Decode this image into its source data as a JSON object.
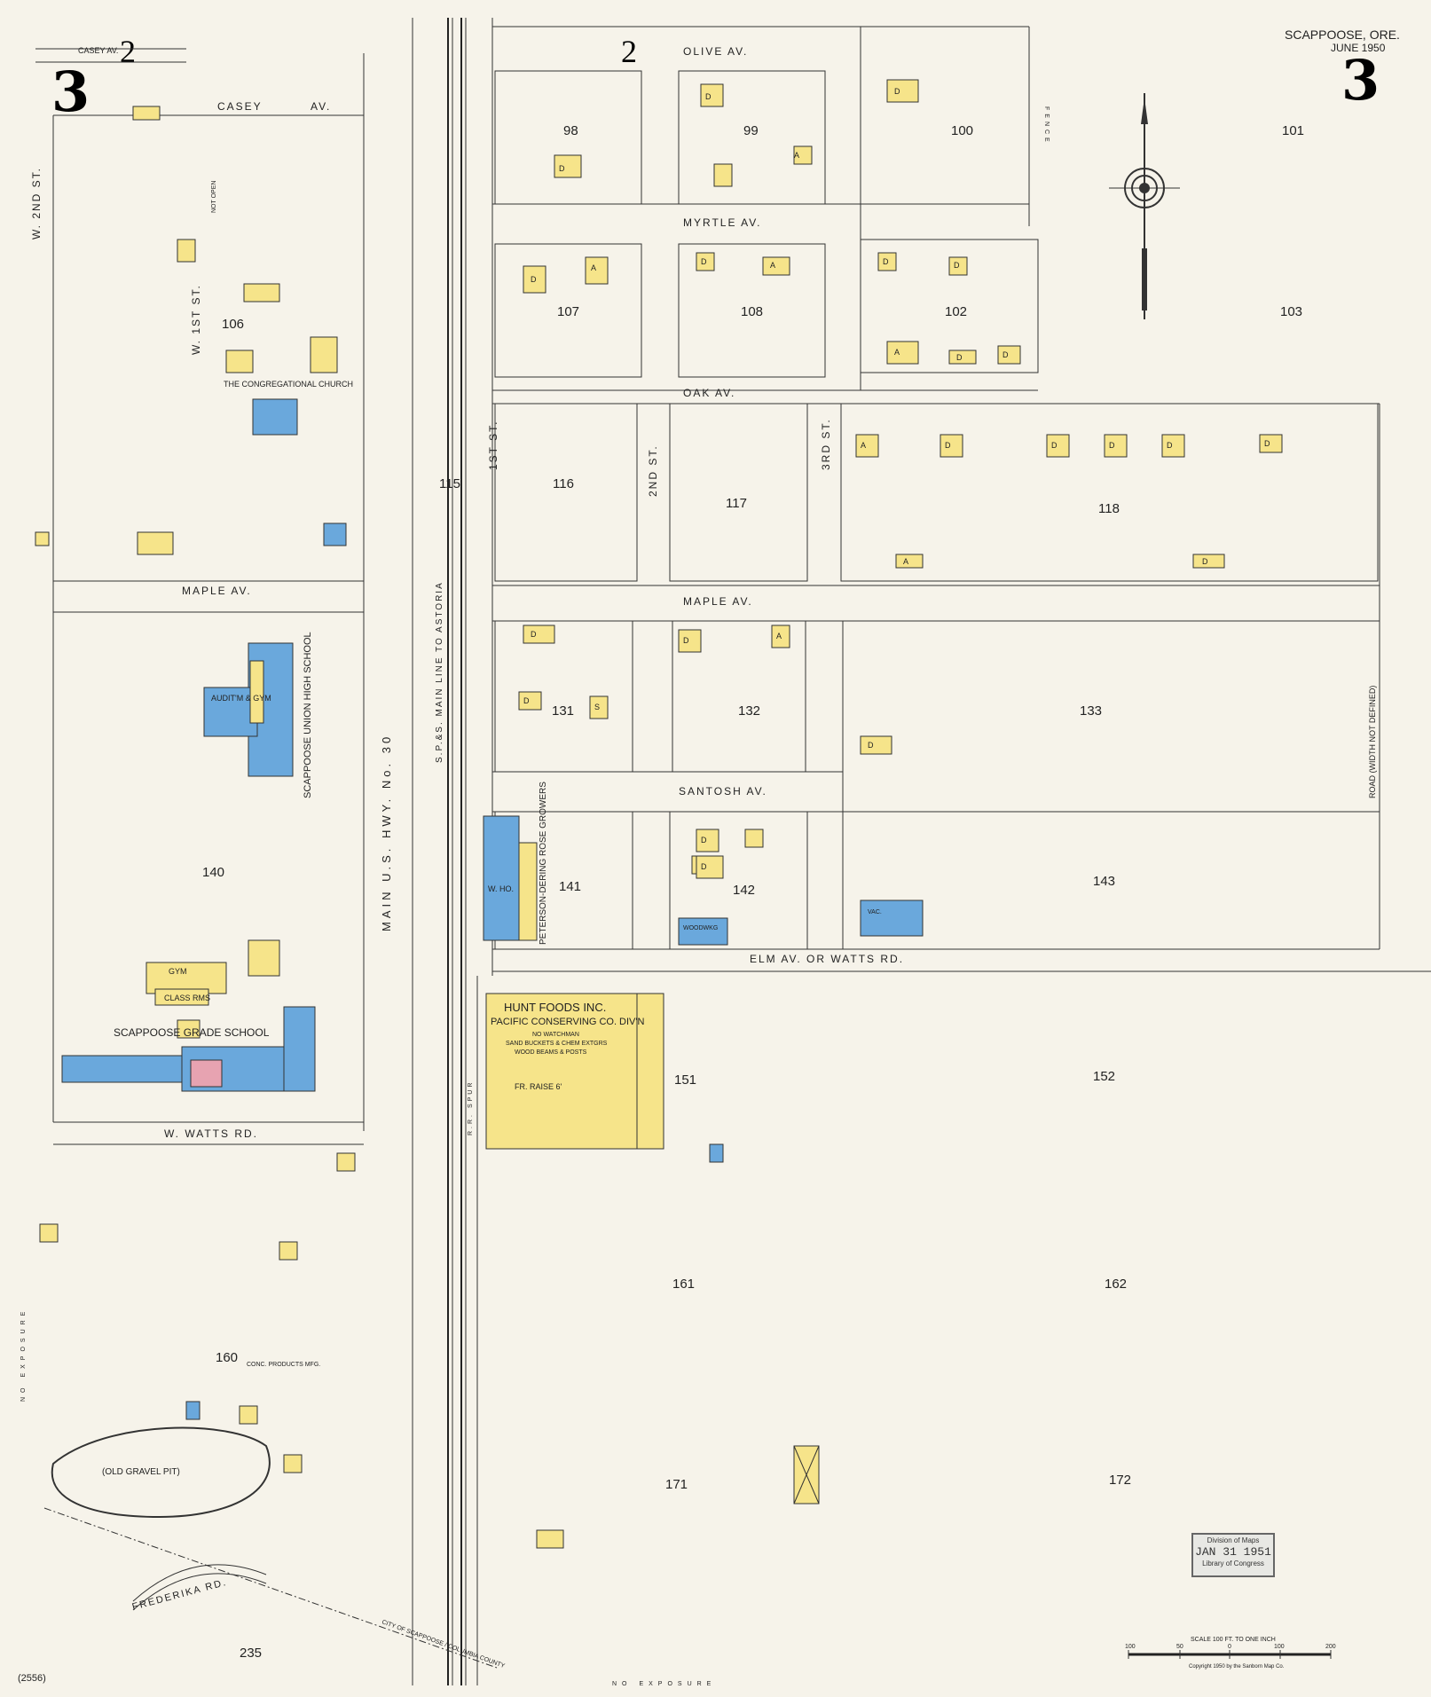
{
  "header": {
    "place": "SCAPPOOSE, ORE.",
    "date": "JUNE 1950",
    "sheet_left": "3",
    "sheet_right": "3",
    "adj_sheet_top_left": "2",
    "adj_sheet_top_mid": "2"
  },
  "streets": {
    "casey_top": "CASEY AV.",
    "casey": "CASEY",
    "casey_av": "AV.",
    "olive": "OLIVE AV.",
    "myrtle": "MYRTLE AV.",
    "oak": "OAK AV.",
    "maple_left": "MAPLE AV.",
    "maple_right": "MAPLE AV.",
    "santosh": "SANTOSH AV.",
    "elm": "ELM AV. OR WATTS RD.",
    "w_watts": "W. WATTS RD.",
    "w_2nd": "W. 2ND ST.",
    "w_1st": "W. 1ST ST.",
    "not_open": "NOT OPEN",
    "first": "1ST ST.",
    "second": "2ND ST.",
    "third": "3RD ST.",
    "hwy": "MAIN U.S. HWY. No. 30",
    "railroad": "S.P.&S. MAIN LINE TO ASTORIA",
    "spur": "R.R. SPUR",
    "road": "ROAD (WIDTH NOT DEFINED)",
    "frederika": "FREDERIKA RD.",
    "fence": "FENCE"
  },
  "blocks": [
    "98",
    "99",
    "100",
    "101",
    "102",
    "103",
    "106",
    "107",
    "108",
    "115",
    "116",
    "117",
    "118",
    "131",
    "132",
    "133",
    "140",
    "141",
    "142",
    "143",
    "151",
    "152",
    "160",
    "161",
    "162",
    "171",
    "172",
    "235"
  ],
  "buildings": {
    "church": "THE CONGREGATIONAL CHURCH",
    "high_school": "SCAPPOOSE UNION HIGH SCHOOL",
    "auditorium": "AUDIT'M & GYM",
    "grade_school": "SCAPPOOSE GRADE SCHOOL",
    "gym": "GYM",
    "class_rms": "CLASS RMS",
    "hunt_foods": "HUNT FOODS INC.",
    "pacific": "PACIFIC CONSERVING CO. DIV'N",
    "hunt_note1": "NO WATCHMAN",
    "hunt_note2": "SAND BUCKETS & CHEM EXTGRS",
    "hunt_note3": "WOOD BEAMS & POSTS",
    "fr_raise": "FR. RAISE 6'",
    "peterson": "PETERSON-DERING ROSE GROWERS",
    "w_ho": "W. HO.",
    "woodwkg": "WOODWKG",
    "vac": "VAC.",
    "gravel_pit": "(OLD GRAVEL PIT)",
    "conc_products": "CONC. PRODUCTS MFG.",
    "boundary": "CITY OF SCAPPOOSE / COLUMBIA COUNTY",
    "no_exposure": "NO EXPOSURE",
    "bldg_marks": [
      "D",
      "D",
      "A",
      "D",
      "D",
      "A",
      "D",
      "A",
      "D",
      "D",
      "A",
      "D",
      "D",
      "A",
      "D",
      "D",
      "D",
      "D",
      "D",
      "A",
      "D",
      "D",
      "D",
      "S",
      "D",
      "A",
      "D",
      "D",
      "D"
    ]
  },
  "scale": {
    "text": "SCALE 100 FT. TO ONE INCH",
    "ticks": [
      "100",
      "50",
      "0",
      "100",
      "200"
    ],
    "copyright": "Copyright 1950 by the Sanborn Map Co."
  },
  "stamp": {
    "line1": "Division of Maps",
    "line2": "JAN 31 1951",
    "line3": "Library of Congress"
  },
  "sheet_code": "(2556)",
  "colors": {
    "frame": "#f6e48a",
    "brick": "#6aa8dc",
    "concrete": "#e7a3b1",
    "paper": "#f6f3ea"
  }
}
